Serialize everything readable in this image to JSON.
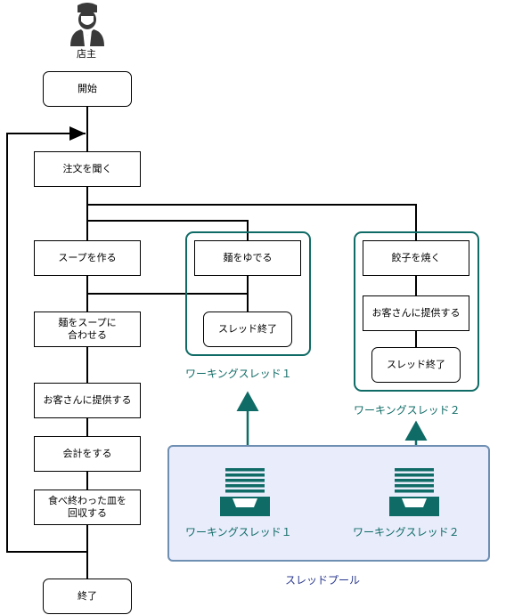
{
  "actor": {
    "label": "店主",
    "icon": "chef-person-icon"
  },
  "flow": {
    "start": "開始",
    "take_order": "注文を聞く",
    "make_soup": "スープを作る",
    "combine": "麺をスープに\n合わせる",
    "serve": "お客さんに提供する",
    "checkout": "会計をする",
    "collect": "食べ終わった皿を\n回収する",
    "end": "終了"
  },
  "thread1": {
    "task": "麺をゆでる",
    "thread_end": "スレッド終了",
    "label": "ワーキングスレッド１"
  },
  "thread2": {
    "task1": "餃子を焼く",
    "task2": "お客さんに提供する",
    "thread_end": "スレッド終了",
    "label": "ワーキングスレッド２"
  },
  "pool": {
    "label": "スレッドプール",
    "worker1": {
      "label": "ワーキングスレッド１",
      "icon": "tray-stack-icon"
    },
    "worker2": {
      "label": "ワーキングスレッド２",
      "icon": "tray-stack-icon"
    }
  },
  "colors": {
    "teal": "#0f6b66",
    "pool_fill": "#e8ecfb",
    "pool_border": "#6f8fb2",
    "pool_text": "#2b3a8f"
  }
}
